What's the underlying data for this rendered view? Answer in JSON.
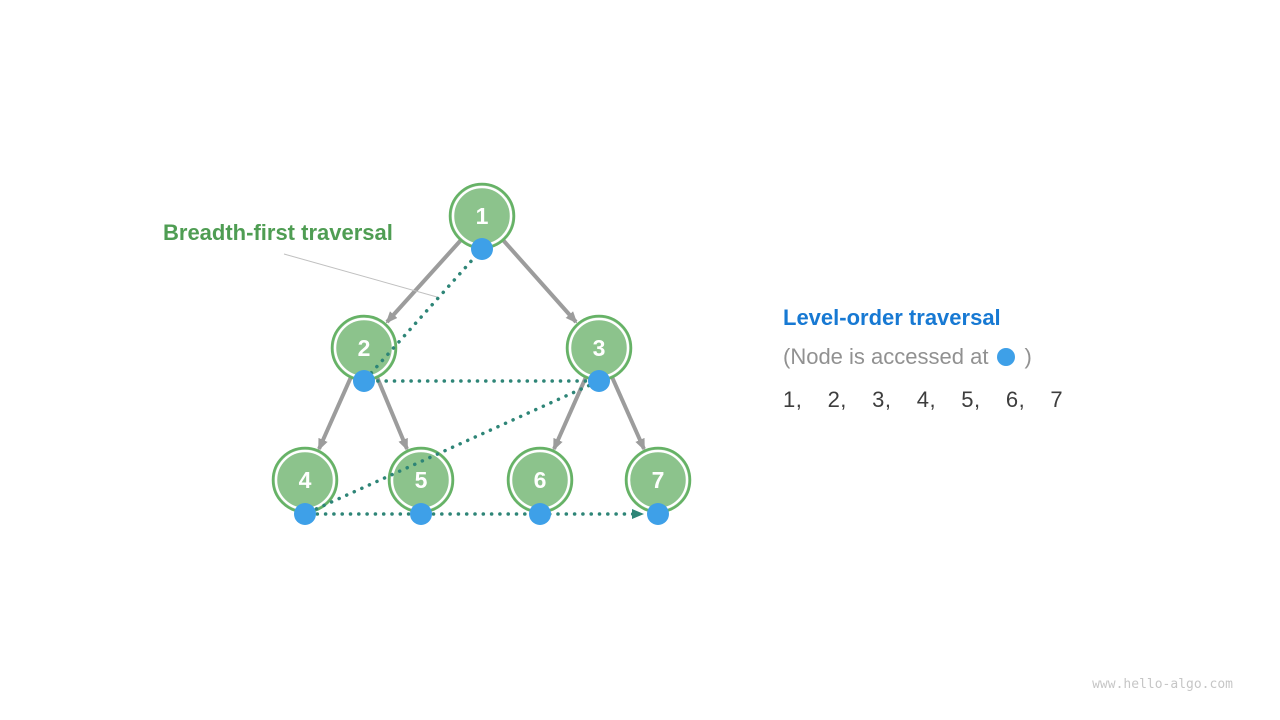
{
  "colors": {
    "node_fill": "#8CC38C",
    "node_border": "#66B266",
    "node_text": "#FFFFFF",
    "edge_gray": "#9C9C9C",
    "traversal_teal": "#2E8577",
    "dot_blue": "#3EA0E8",
    "label_green": "#4F9D53",
    "label_blue": "#1779D3",
    "label_gray": "#919191",
    "sequence_dark": "#3D3D3D",
    "watermark_gray": "#C6C6C6",
    "leader_gray": "#C0C0C0"
  },
  "tree": {
    "nodes": [
      {
        "value": "1"
      },
      {
        "value": "2"
      },
      {
        "value": "3"
      },
      {
        "value": "4"
      },
      {
        "value": "5"
      },
      {
        "value": "6"
      },
      {
        "value": "7"
      }
    ],
    "edges": [
      [
        1,
        2
      ],
      [
        1,
        3
      ],
      [
        2,
        4
      ],
      [
        2,
        5
      ],
      [
        3,
        6
      ],
      [
        3,
        7
      ]
    ],
    "traversal_order": [
      1,
      2,
      3,
      4,
      5,
      6,
      7
    ]
  },
  "labels": {
    "breadth_first": "Breadth-first traversal",
    "legend_title": "Level-order traversal",
    "legend_note_prefix": "(Node is accessed at",
    "legend_note_suffix": ")",
    "sequence": "1,  2,  3,  4,  5,  6,  7"
  },
  "footer": {
    "watermark": "www.hello-algo.com"
  }
}
